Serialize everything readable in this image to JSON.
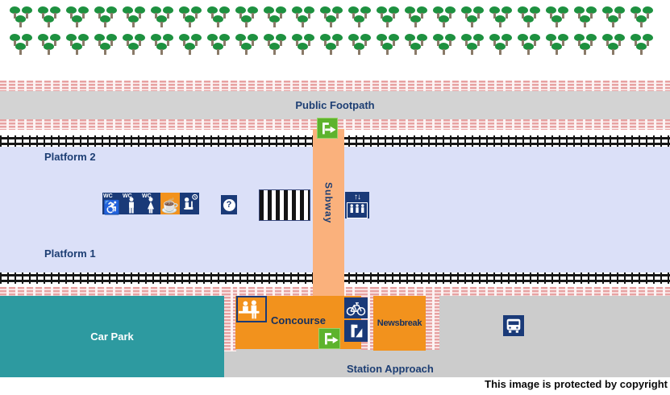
{
  "map": {
    "areas": {
      "public_footpath": "Public Footpath",
      "platform_2": "Platform 2",
      "platform_1": "Platform 1",
      "subway": "Subway",
      "car_park": "Car Park",
      "concourse": "Concourse",
      "newsbreak": "Newsbreak",
      "station_approach": "Station Approach"
    },
    "icons": {
      "accessible_toilet": {
        "label": "WC",
        "glyph": "♿"
      },
      "mens_toilet": {
        "label": "WC"
      },
      "womens_toilet": {
        "label": "WC"
      },
      "refreshments": {
        "glyph": "☕"
      },
      "waiting_room": {
        "name": "waiting-room-with-clock"
      },
      "help_point": {
        "glyph": "?"
      },
      "lift": {
        "arrows": "↑↓"
      },
      "level_crossing": {
        "name": "zebra-crossing"
      },
      "exit": {
        "name": "exit-sign"
      },
      "ticket_office": {
        "name": "ticket-office"
      },
      "cycle_storage": {
        "name": "bicycle"
      },
      "telephone": {
        "name": "telephone"
      },
      "bus_stop": {
        "name": "bus"
      }
    },
    "trees": {
      "rows": 2,
      "clusters_per_row": 23
    },
    "colors": {
      "navy_icon": "#1a3a78",
      "label_navy": "#1d3e73",
      "orange_building": "#f2921d",
      "subway_orange": "#fab17c",
      "car_park_teal": "#2d9aa0",
      "platform_lavender": "#dbe0f8",
      "footpath_gray": "#d3d3d3",
      "approach_gray": "#cccccc",
      "brick_pink": "#e7a2a2",
      "exit_green": "#5db32d",
      "tree_green": "#1e9140"
    }
  },
  "page": {
    "copyright": "This image is protected by copyright"
  }
}
